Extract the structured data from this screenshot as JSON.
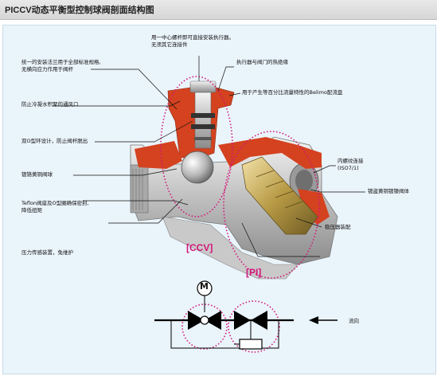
{
  "header": {
    "title": "PICCV动态平衡型控制球阀剖面结构图"
  },
  "labels": {
    "top_center": [
      "用一中心螺杆即可直接安装执行器。",
      "无须其它连接件"
    ],
    "top_left": [
      "统一的安装法兰用于全部标准规格,",
      "无横向应力作用于阀杆"
    ],
    "actuator_joint": "执行器与阀门的热绝缘",
    "vent": "防止冷凝水积聚的通风口",
    "belimo_disc": "用于产生等百分比流量特性的Belimo配流盘",
    "double_o_ring": "双O型环设计，防止阀杆脱出",
    "internal_thread": [
      "内螺纹连接",
      "(ISO7/1)"
    ],
    "chrome_ball": "镀铬黄铜阀球",
    "nickel_body": "镀盗黄铜镀镍阀体",
    "teflon_seal": [
      "Teflon阀座及O型圈确保密封,",
      "降低扭矩"
    ],
    "filter_assembly": "稳压器装配",
    "sensor": "压力传感装置，免维护",
    "flow": "流向"
  },
  "tags": {
    "ccv": "[CCV]",
    "pi": "[PI]",
    "motor": "M"
  },
  "colors": {
    "accent": "#d2177a",
    "cutaway": "#d4421f",
    "panel": "#eaf4fb"
  }
}
